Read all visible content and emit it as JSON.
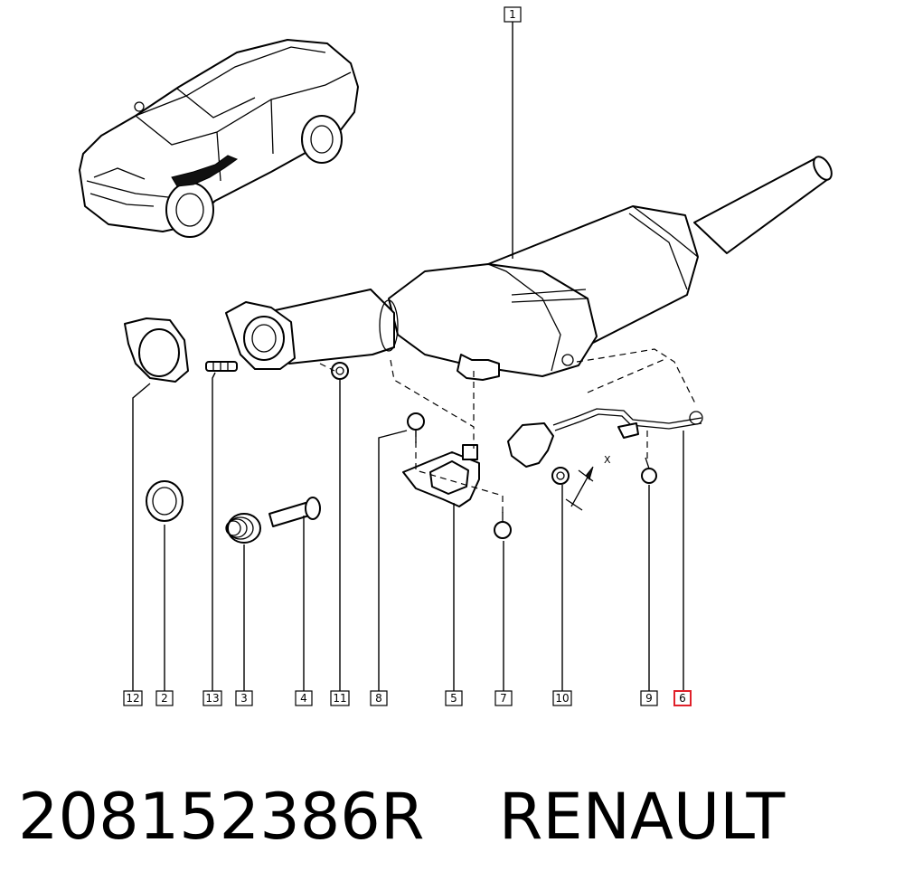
{
  "caption": {
    "part_number": "208152386R",
    "brand": "RENAULT"
  },
  "callouts": [
    {
      "id": "1",
      "label": "1"
    },
    {
      "id": "12",
      "label": "12"
    },
    {
      "id": "2",
      "label": "2"
    },
    {
      "id": "13",
      "label": "13"
    },
    {
      "id": "3",
      "label": "3"
    },
    {
      "id": "4",
      "label": "4"
    },
    {
      "id": "11",
      "label": "11"
    },
    {
      "id": "8",
      "label": "8"
    },
    {
      "id": "5",
      "label": "5"
    },
    {
      "id": "7",
      "label": "7"
    },
    {
      "id": "10",
      "label": "10"
    },
    {
      "id": "9",
      "label": "9"
    },
    {
      "id": "6",
      "label": "6",
      "highlighted": true
    }
  ],
  "dimension_label": "X",
  "colors": {
    "line": "#000000",
    "background": "#ffffff",
    "highlight": "#e0202a"
  }
}
